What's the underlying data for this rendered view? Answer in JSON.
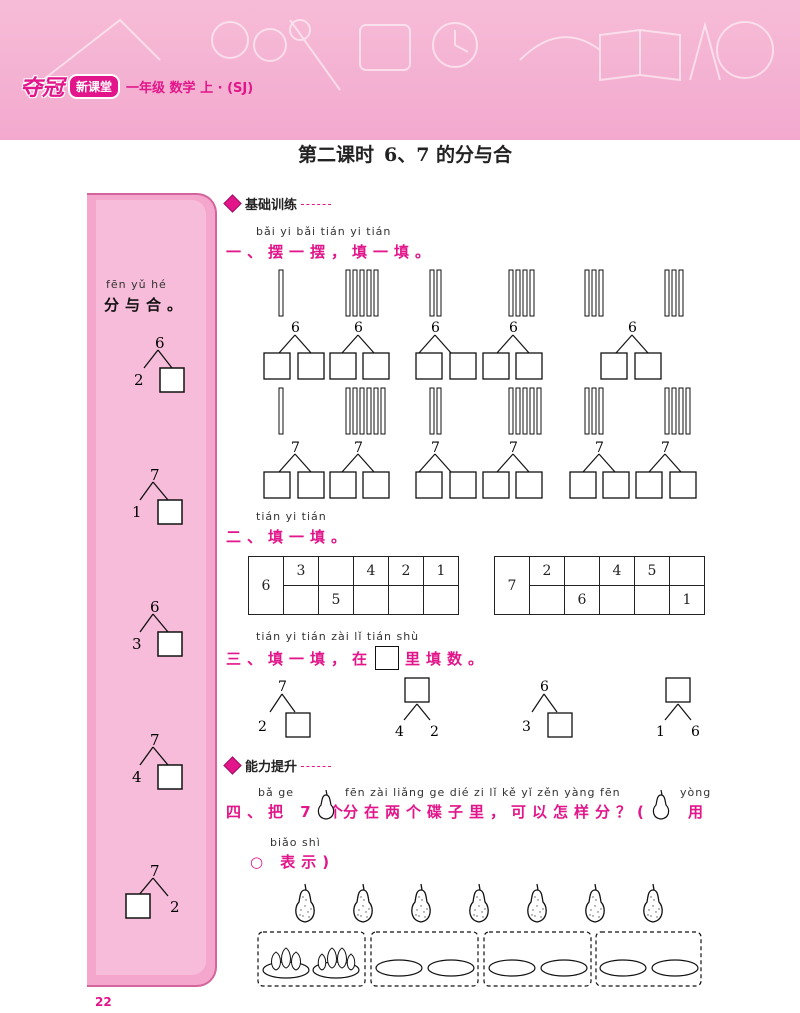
{
  "header": {
    "brand_logo": "夺冠",
    "brand_series": "新课堂",
    "grade_book": "一年级 数学 上 · (SJ)"
  },
  "lesson": {
    "title_prefix": "第二课时",
    "title_main": "6、7 的分与合"
  },
  "sidebar": {
    "pinyin": "fēn yǔ hé",
    "heading": "分与合。",
    "examples": [
      {
        "top": "6",
        "known": "2",
        "known_side": "left"
      },
      {
        "top": "7",
        "known": "1",
        "known_side": "left"
      },
      {
        "top": "6",
        "known": "3",
        "known_side": "left"
      },
      {
        "top": "7",
        "known": "4",
        "known_side": "left"
      },
      {
        "top": "7",
        "known": "2",
        "known_side": "right"
      }
    ]
  },
  "section_basic": "基础训练",
  "section_advanced": "能力提升",
  "q1": {
    "pinyin": "bǎi yi bǎi   tián yi tián",
    "label": "一、摆一摆，填一填。",
    "row1": [
      {
        "top": "6",
        "sticks": "1|5"
      },
      {
        "top": "6",
        "sticks": "2|4"
      },
      {
        "top": "6",
        "sticks": "3|3"
      }
    ],
    "row2": [
      {
        "top": "7",
        "sticks": "1|6"
      },
      {
        "top": "7",
        "sticks": "2|5"
      },
      {
        "top": "7",
        "sticks": "3|4"
      }
    ]
  },
  "q2": {
    "pinyin": "tián yi tián",
    "label": "二、填一填。",
    "table1": {
      "total": "6",
      "row1": [
        "3",
        "",
        "4",
        "2",
        "1"
      ],
      "row2": [
        "",
        "5",
        "",
        "",
        ""
      ]
    },
    "table2": {
      "total": "7",
      "row1": [
        "2",
        "",
        "4",
        "5",
        ""
      ],
      "row2": [
        "",
        "6",
        "",
        "",
        "1"
      ]
    }
  },
  "q3": {
    "pinyin": "tián yi tián   zài      lǐ tián shù",
    "label_a": "三、填一填，在",
    "label_b": "里填数。",
    "items": [
      {
        "top": "7",
        "left": "2",
        "right": ""
      },
      {
        "top": "",
        "left": "4",
        "right": "2"
      },
      {
        "top": "6",
        "left": "3",
        "right": ""
      },
      {
        "top": "",
        "left": "1",
        "right": "6"
      }
    ]
  },
  "q4": {
    "pinyin1": "bǎ   ge",
    "pinyin2": "fēn zài liǎng ge dié zi lǐ   kě yǐ zěn yàng fēn",
    "pinyin3": "yòng",
    "label_a": "四、把 7 个",
    "label_b": "分在两个碟子里，可以怎样分？(",
    "label_c": "用",
    "pinyin4": "biǎo shì",
    "label_d": "○ 表示)",
    "pear_count": 7,
    "plates": [
      {
        "left_pears": 3,
        "right_pears": 4
      },
      {
        "left_pears": 0,
        "right_pears": 0
      },
      {
        "left_pears": 0,
        "right_pears": 0
      },
      {
        "left_pears": 0,
        "right_pears": 0
      }
    ]
  },
  "page_number": "22",
  "colors": {
    "accent": "#e2168a",
    "banner": "#f3a9ce",
    "sidebar": "#f4a6cc"
  }
}
